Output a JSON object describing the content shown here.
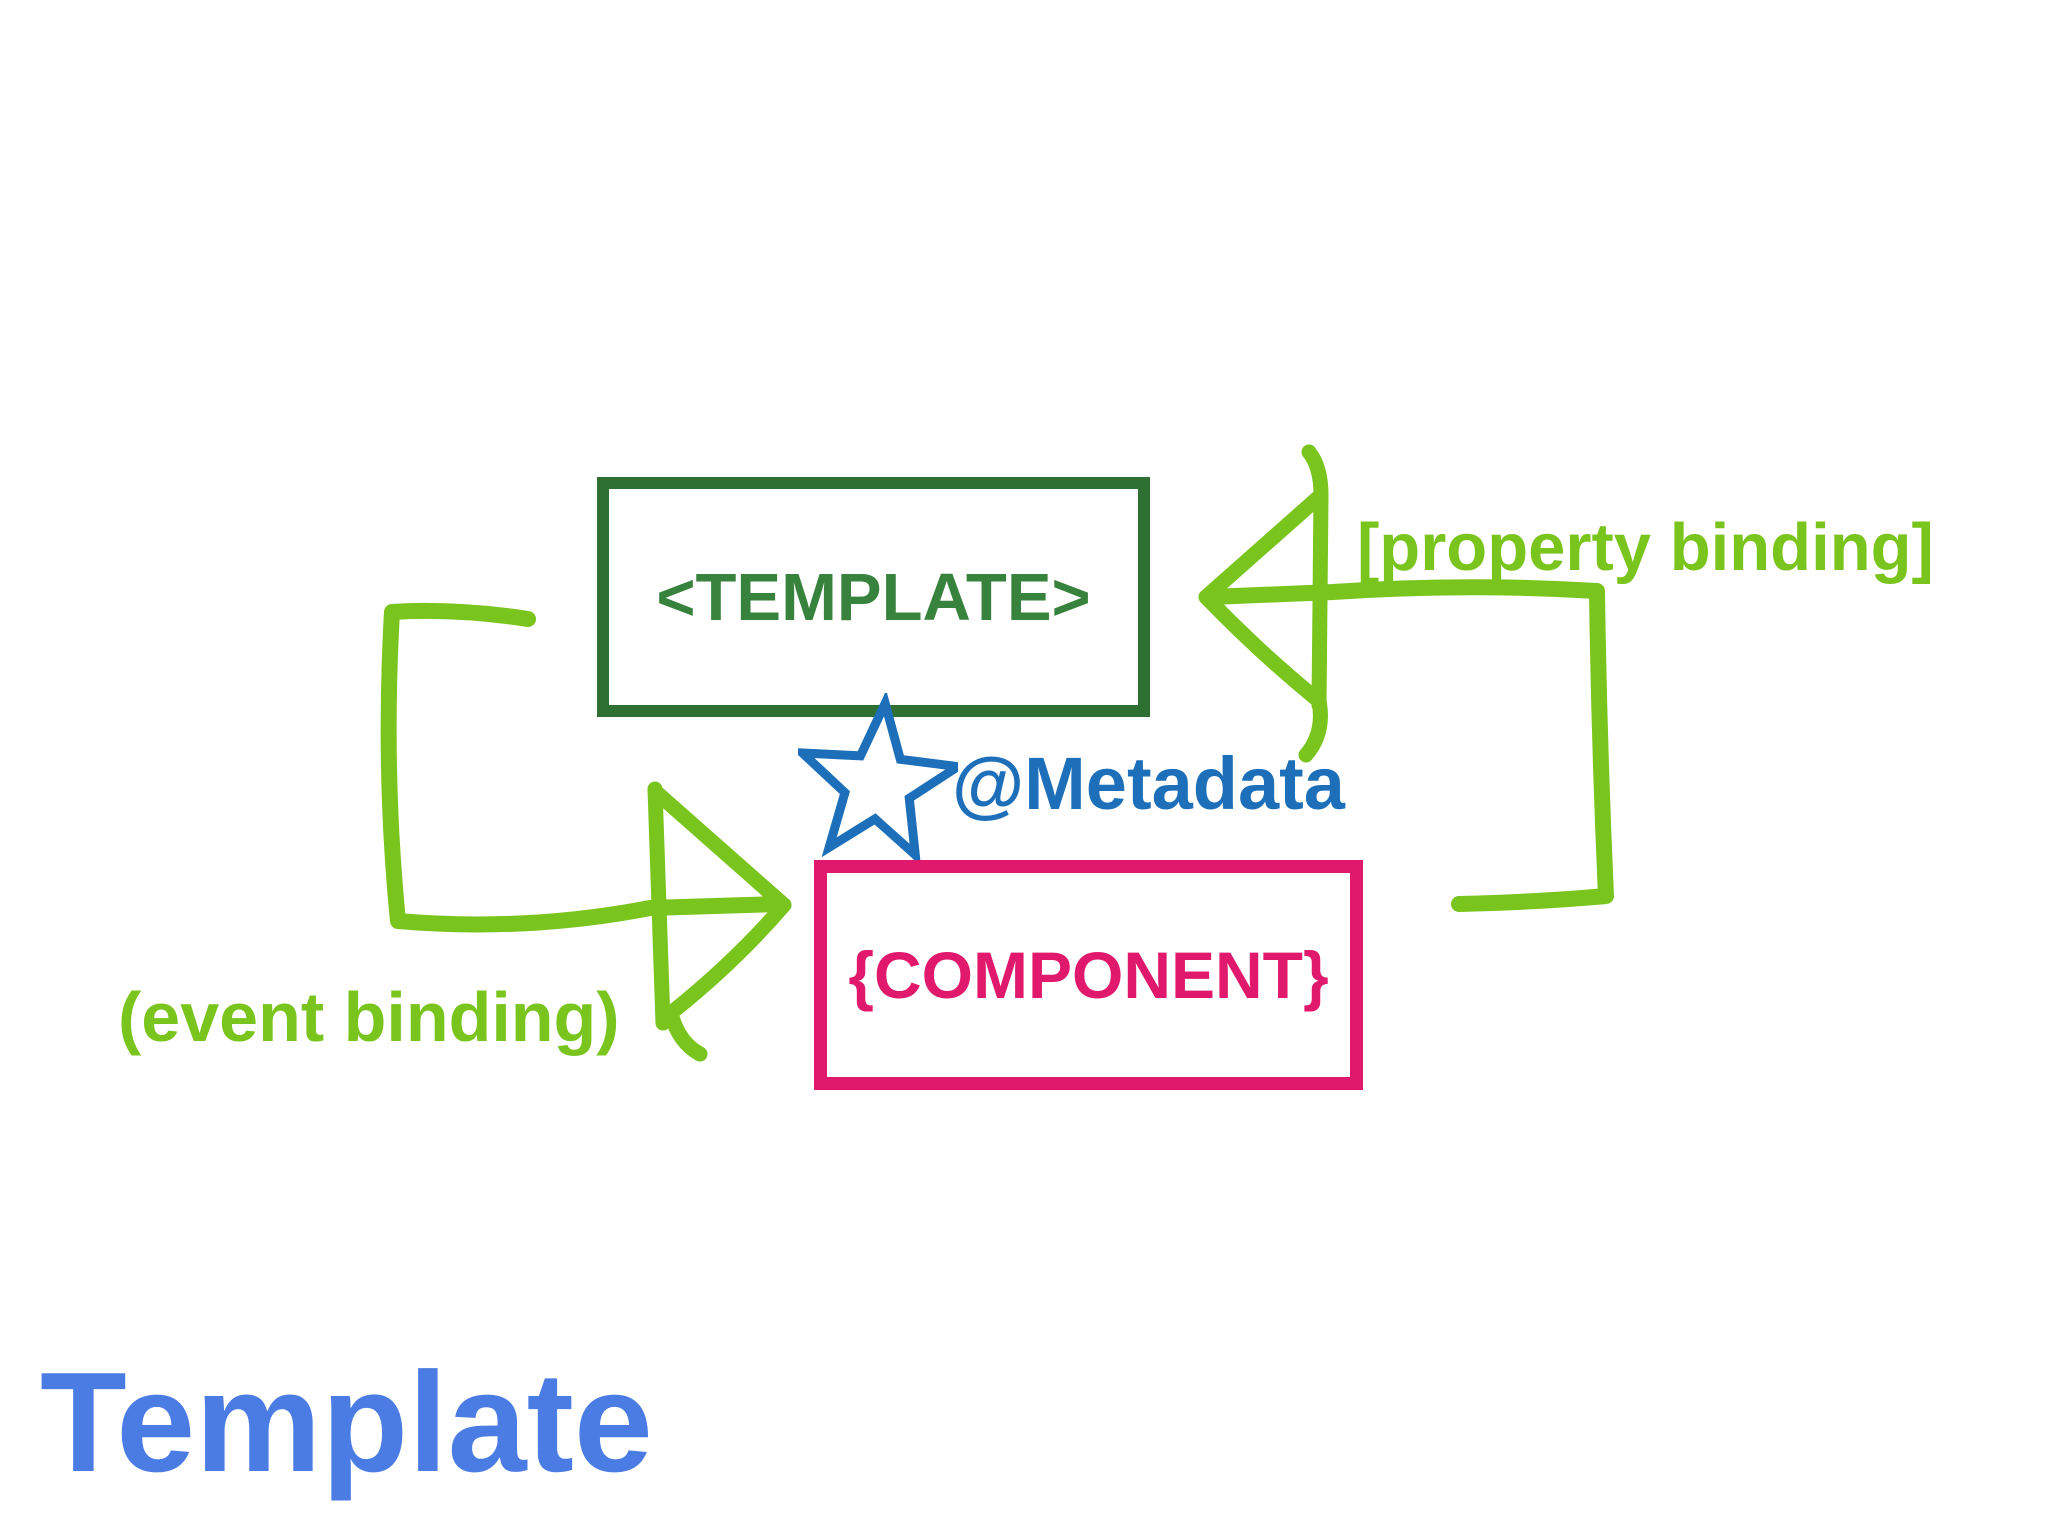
{
  "slide": {
    "title": "Template"
  },
  "diagram": {
    "template_box": {
      "label": "<TEMPLATE>"
    },
    "component_box": {
      "label": "{COMPONENT}"
    },
    "metadata": {
      "label": "@Metadata",
      "icon": "star-icon"
    },
    "event_binding": {
      "label": "(event binding)"
    },
    "property_binding": {
      "label": "[property binding]"
    }
  },
  "colors": {
    "green-dark-border": "#2D7031",
    "green-dark-text": "#37823C",
    "green-bright": "#79C41D",
    "pink": "#E0196C",
    "blue-meta": "#1C6FB8",
    "blue-title": "#4A7CE3"
  }
}
